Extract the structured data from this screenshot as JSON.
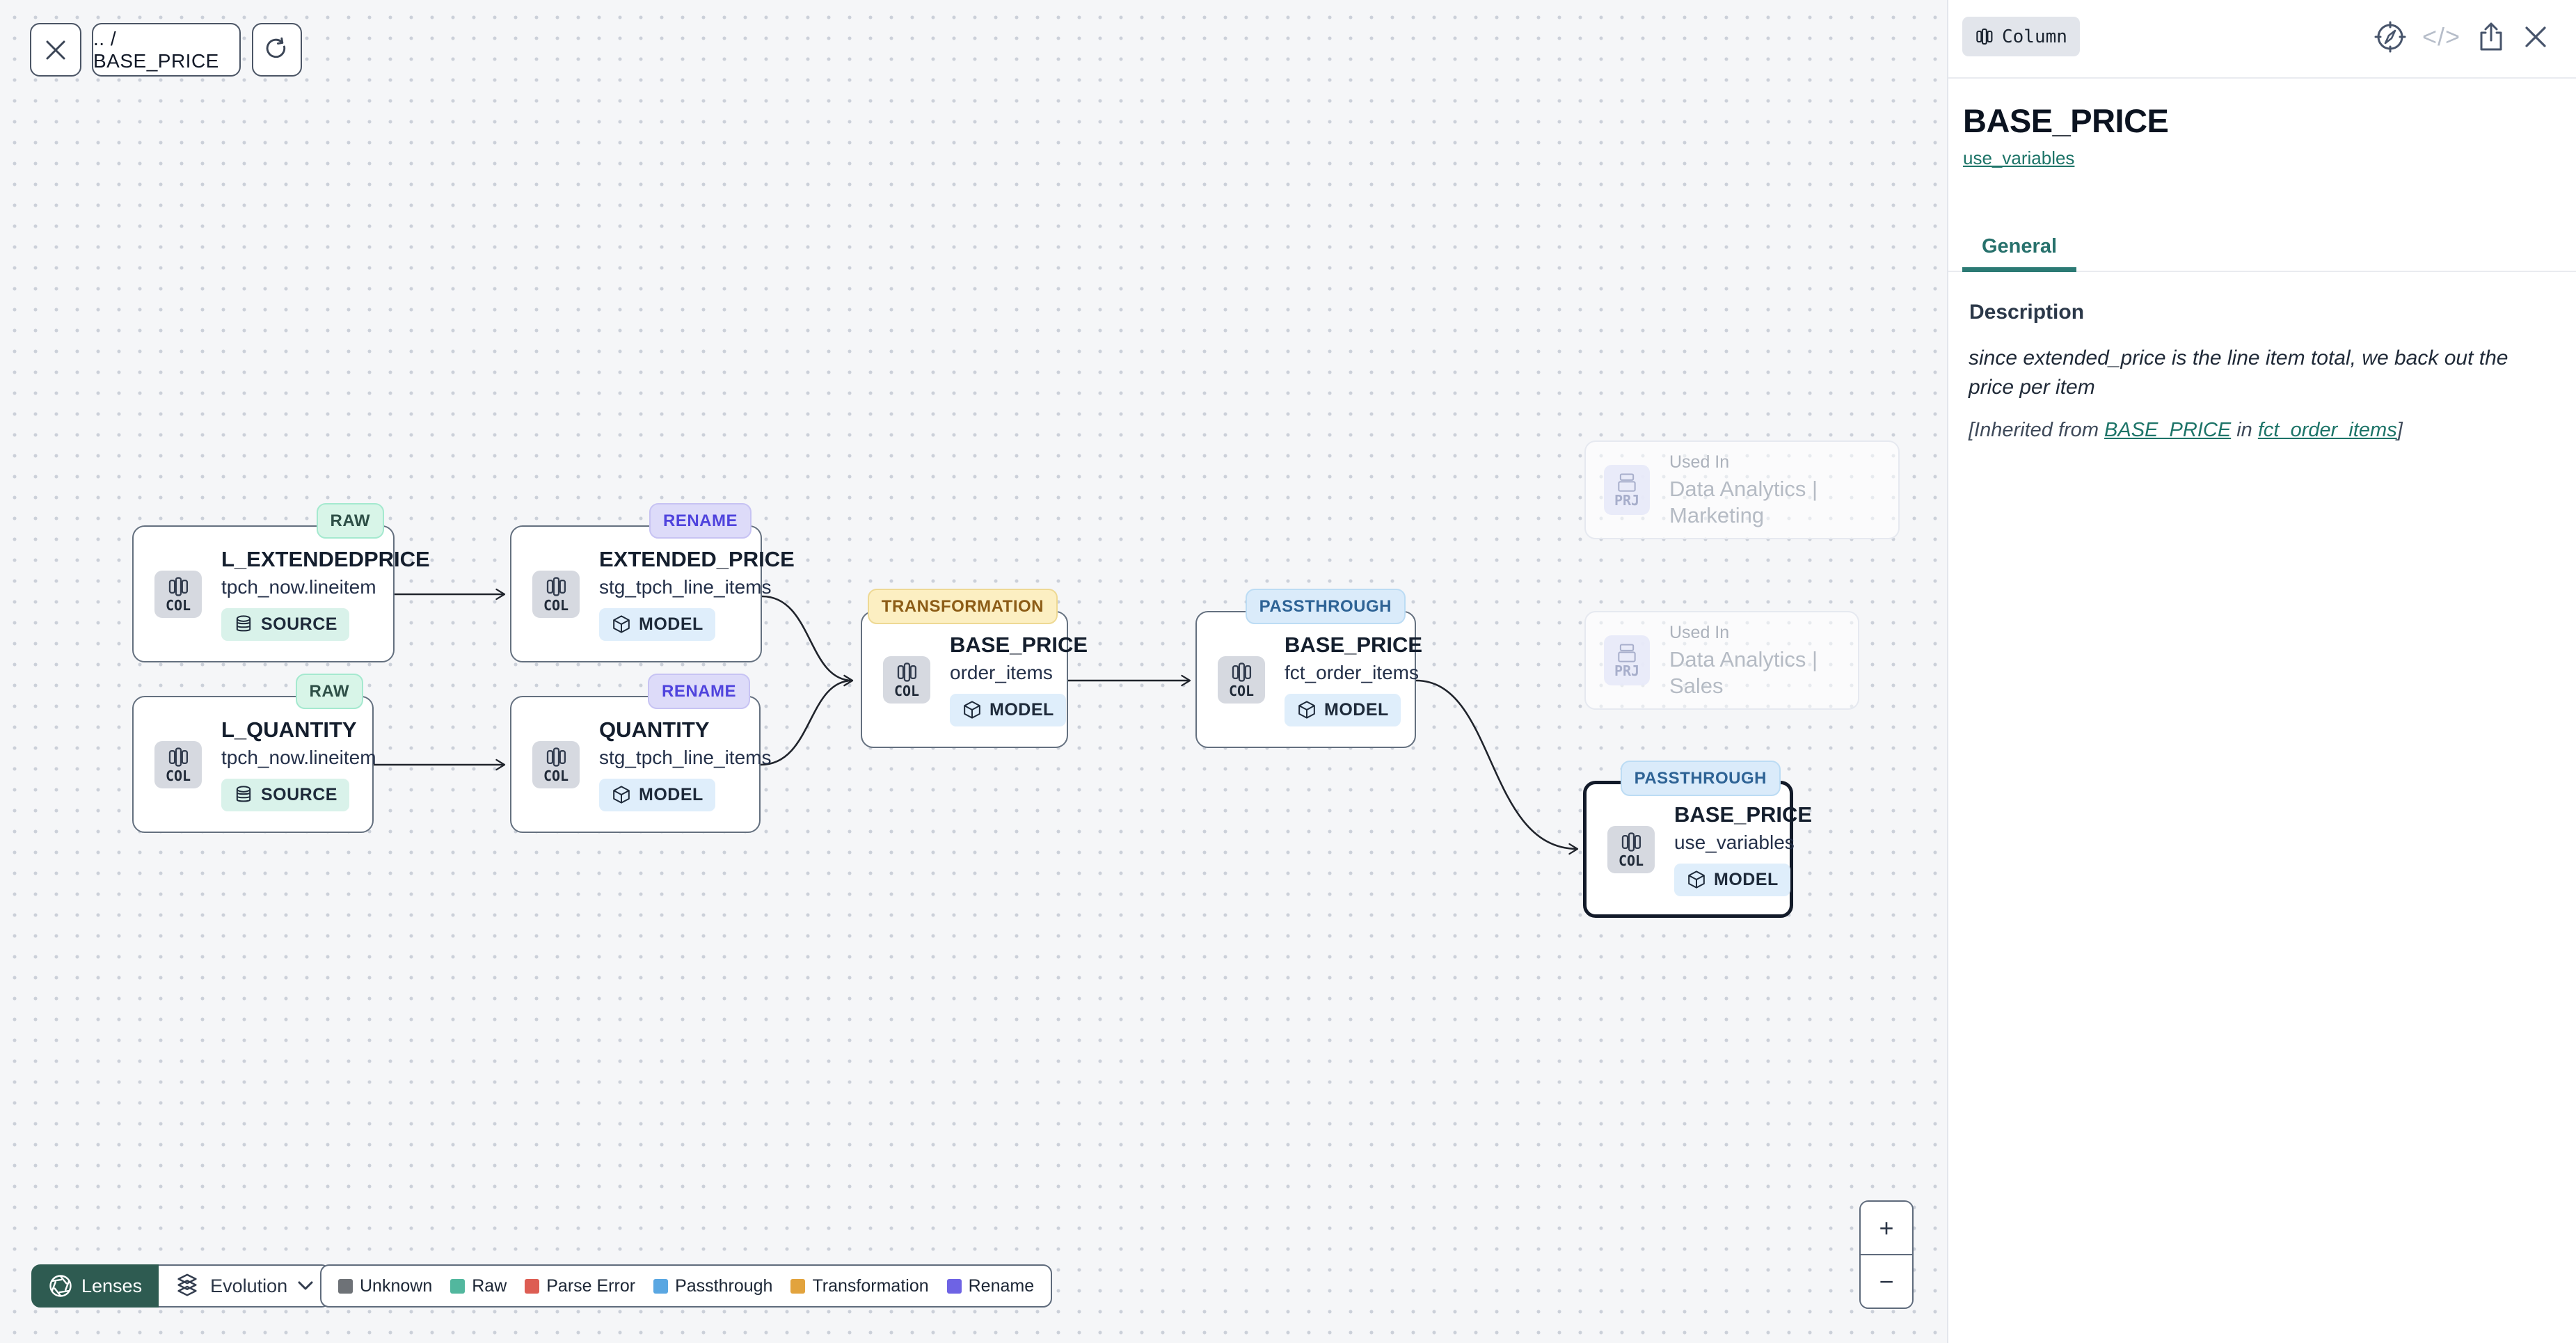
{
  "toolbar": {
    "breadcrumb": ".. / BASE_PRICE"
  },
  "canvas": {
    "nodes": [
      {
        "badge": "RAW",
        "title": "L_EXTENDEDPRICE",
        "subtitle": "tpch_now.lineitem",
        "kind": "SOURCE",
        "icon_label": "COL"
      },
      {
        "badge": "RENAME",
        "title": "EXTENDED_PRICE",
        "subtitle": "stg_tpch_line_items",
        "kind": "MODEL",
        "icon_label": "COL"
      },
      {
        "badge": "RAW",
        "title": "L_QUANTITY",
        "subtitle": "tpch_now.lineitem",
        "kind": "SOURCE",
        "icon_label": "COL"
      },
      {
        "badge": "RENAME",
        "title": "QUANTITY",
        "subtitle": "stg_tpch_line_items",
        "kind": "MODEL",
        "icon_label": "COL"
      },
      {
        "badge": "TRANSFORMATION",
        "title": "BASE_PRICE",
        "subtitle": "order_items",
        "kind": "MODEL",
        "icon_label": "COL"
      },
      {
        "badge": "PASSTHROUGH",
        "title": "BASE_PRICE",
        "subtitle": "fct_order_items",
        "kind": "MODEL",
        "icon_label": "COL"
      },
      {
        "badge": "PASSTHROUGH",
        "title": "BASE_PRICE",
        "subtitle": "use_variables",
        "kind": "MODEL",
        "icon_label": "COL",
        "selected": true
      }
    ],
    "used_in": [
      {
        "label": "Used In",
        "project": "Data Analytics | Marketing",
        "icon_label": "PRJ"
      },
      {
        "label": "Used In",
        "project": "Data Analytics | Sales",
        "icon_label": "PRJ"
      }
    ]
  },
  "footer": {
    "lenses_label": "Lenses",
    "lens_selected": "Evolution",
    "legend": [
      {
        "label": "Unknown",
        "color": "#6e7277"
      },
      {
        "label": "Raw",
        "color": "#52b79e"
      },
      {
        "label": "Parse Error",
        "color": "#dd5d53"
      },
      {
        "label": "Passthrough",
        "color": "#5aa7e2"
      },
      {
        "label": "Transformation",
        "color": "#e2a33d"
      },
      {
        "label": "Rename",
        "color": "#6e63e4"
      }
    ]
  },
  "zoom_controls": {
    "zoom_in": "+",
    "zoom_out": "−"
  },
  "panel": {
    "type_chip": "Column",
    "title": "BASE_PRICE",
    "model_link": "use_variables",
    "tab": "General",
    "description_heading": "Description",
    "description_body": "since extended_price is the line item total, we back out the price per item",
    "inherited": {
      "prefix": "[Inherited from ",
      "link1": "BASE_PRICE",
      "mid": " in ",
      "link2": "fct_order_items",
      "suffix": "]"
    }
  },
  "colors": {
    "accent_teal": "#2c7a74",
    "lenses_bg": "#2e5b51",
    "status": {
      "raw_bg": "#d8f5e8",
      "raw_text": "#2e4f47",
      "rename_bg": "#dddbf9",
      "rename_text": "#4f43dd",
      "transformation_bg": "#fcefc2",
      "transformation_text": "#8c5c16",
      "passthrough_bg": "#daebfa",
      "passthrough_text": "#2e6395"
    }
  }
}
